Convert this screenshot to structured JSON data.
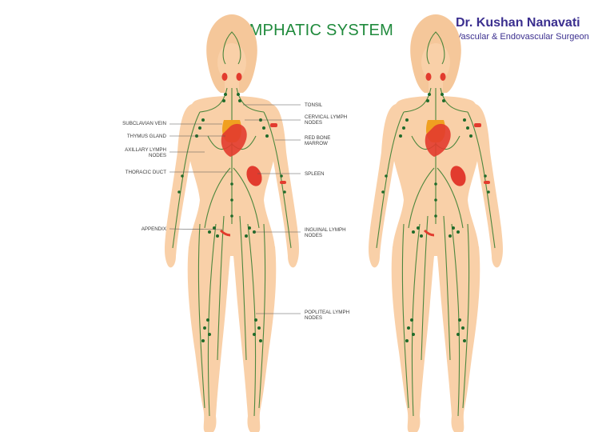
{
  "title": "LYMPHATIC SYSTEM",
  "brand": {
    "name": "Dr. Kushan Nanavati",
    "subtitle": "Vascular & Endovascular Surgeon"
  },
  "labels_left": {
    "subclavian_vein": "SUBCLAVIAN VEIN",
    "thymus_gland": "THYMUS GLAND",
    "axillary_lymph_nodes_1": "AXILLARY LYMPH",
    "axillary_lymph_nodes_2": "NODES",
    "thoracic_duct": "THORACIC DUCT",
    "appendix": "APPENDIX"
  },
  "labels_right": {
    "tonsil": "TONSIL",
    "cervical_lymph_nodes_1": "CERVICAL LYMPH",
    "cervical_lymph_nodes_2": "NODES",
    "red_bone_marrow_1": "RED BONE",
    "red_bone_marrow_2": "MARROW",
    "spleen": "SPLEEN",
    "inguinal_lymph_nodes_1": "INGUINAL LYMPH",
    "inguinal_lymph_nodes_2": "NODES",
    "popliteal_lymph_nodes_1": "POPLITEAL LYMPH",
    "popliteal_lymph_nodes_2": "NODES"
  },
  "colors": {
    "skin": "#f9d0a8",
    "vessel": "#2f7a2b",
    "node": "#1f6b2a",
    "organ_red": "#e23b2e",
    "thymus": "#f0a020",
    "title": "#1f8a3c",
    "brand": "#3b2f8f"
  }
}
